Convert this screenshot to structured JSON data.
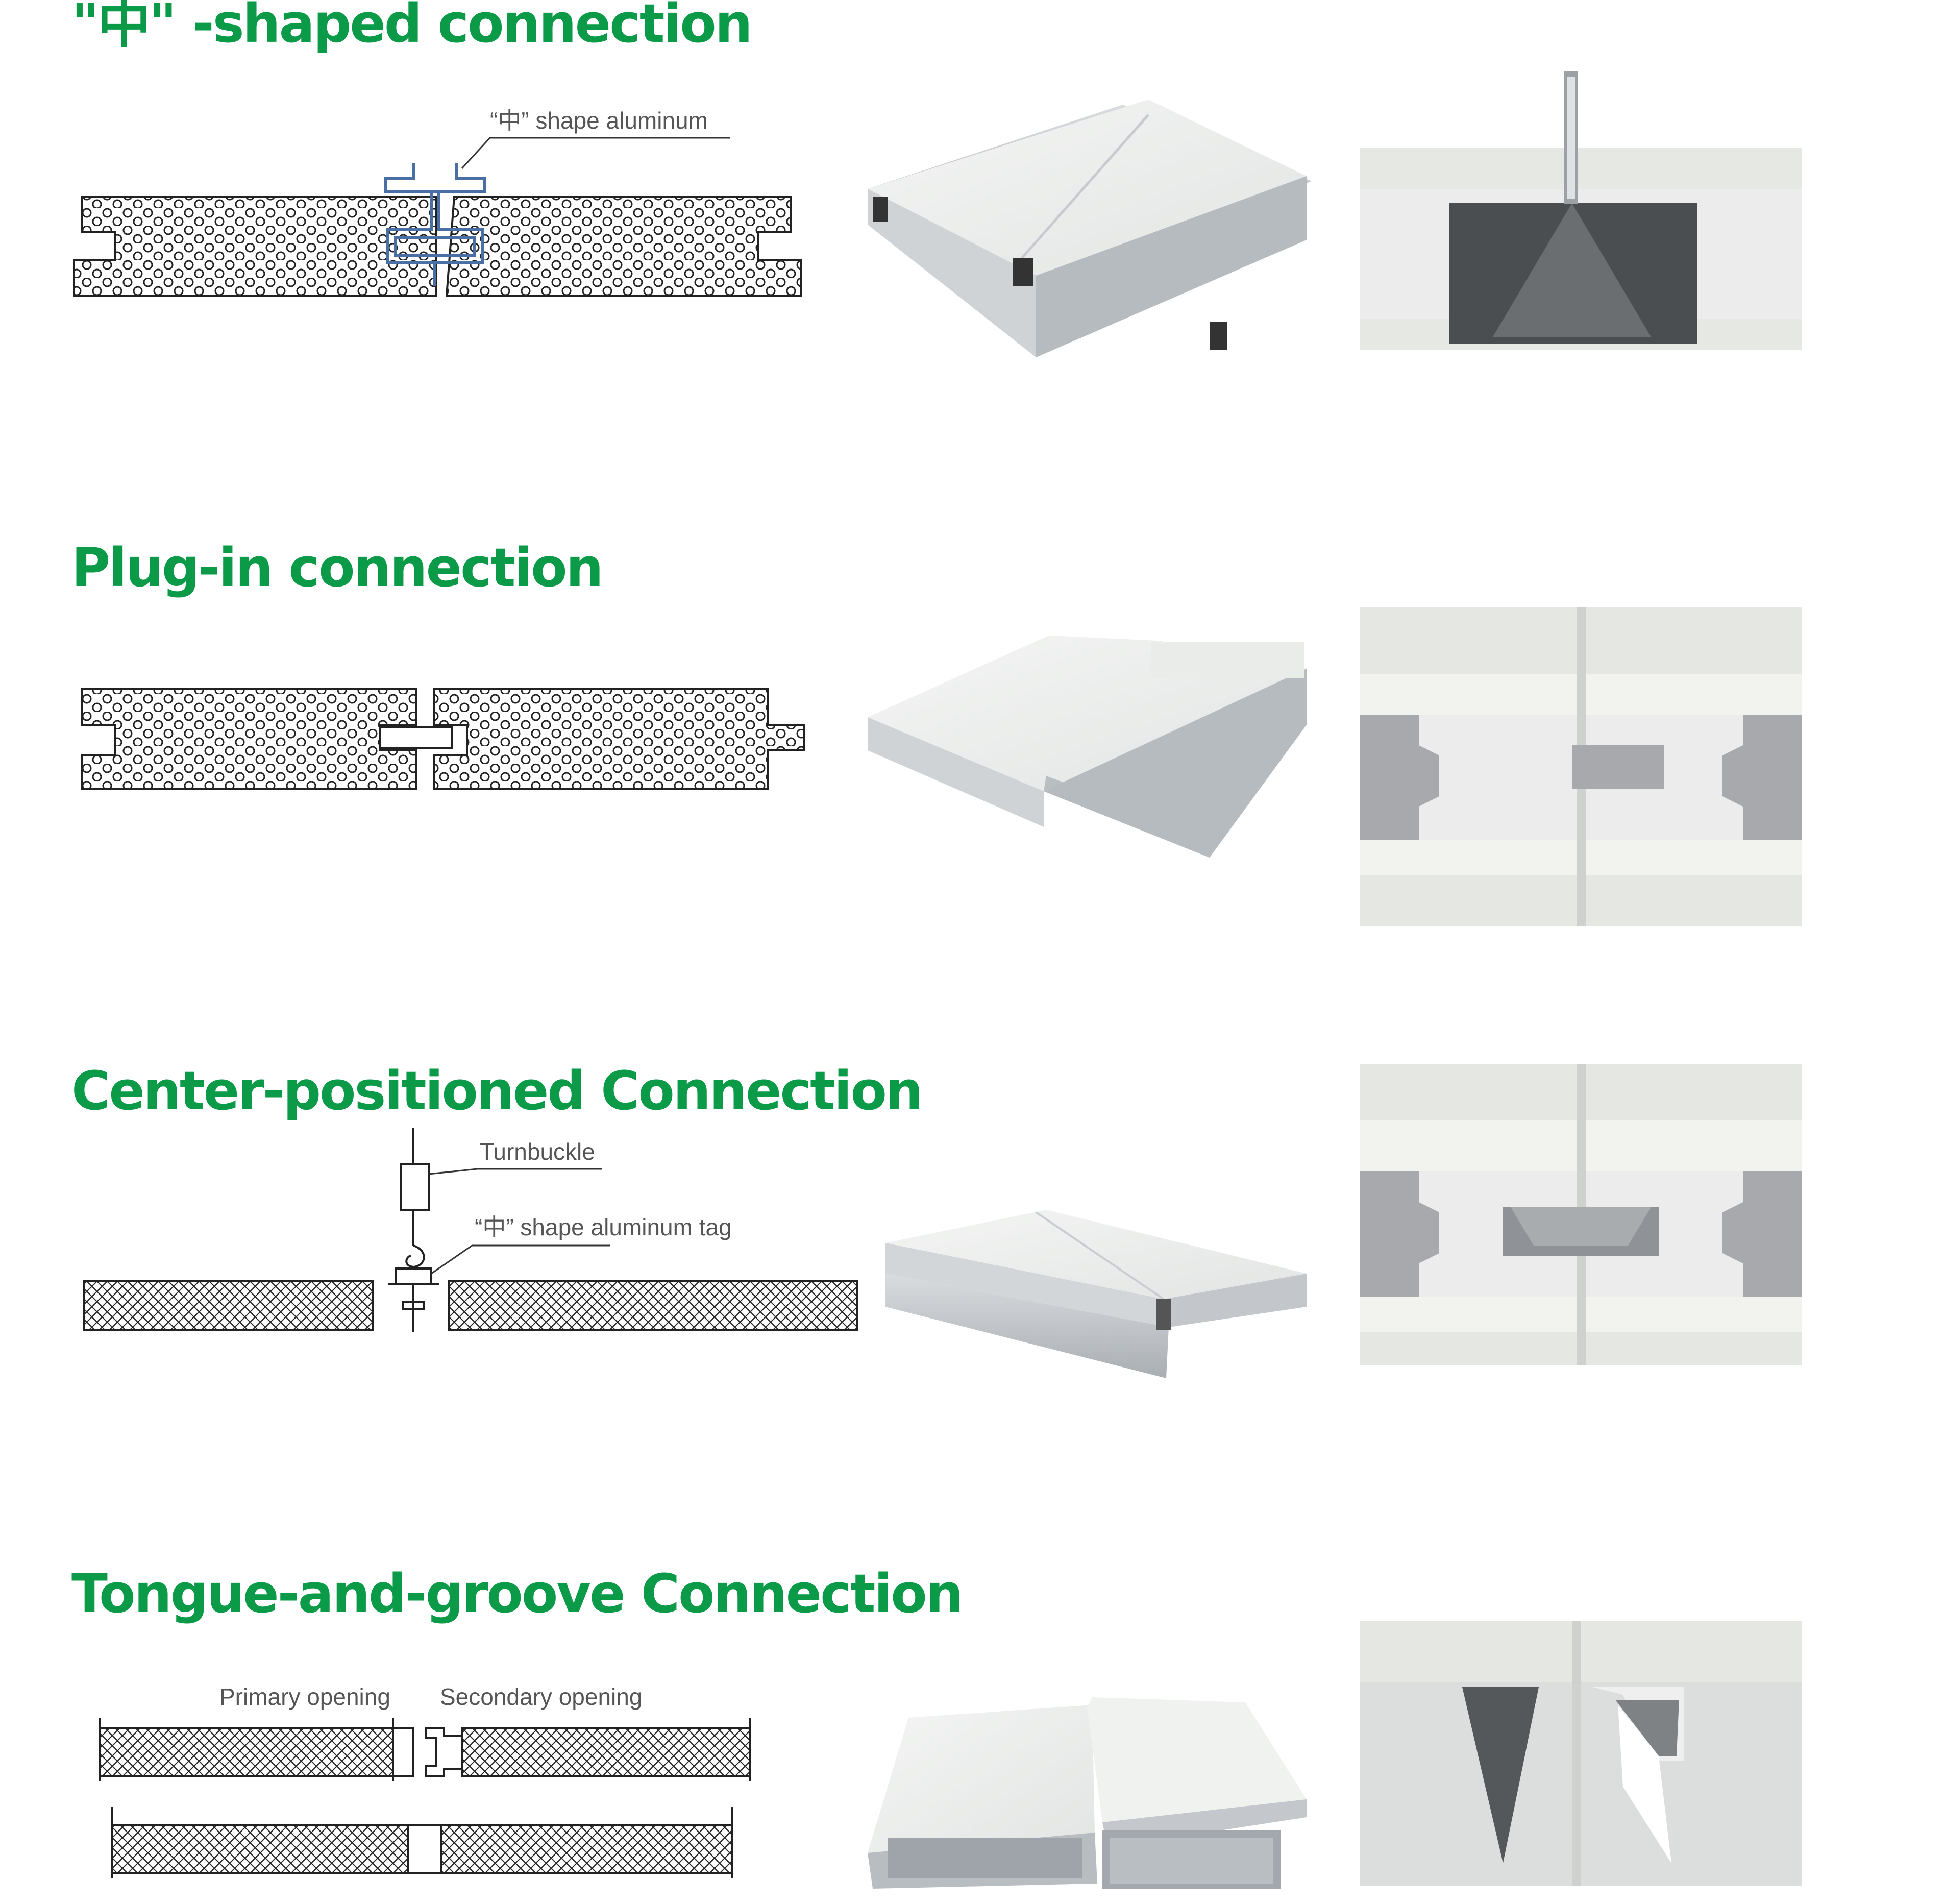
{
  "sections": [
    {
      "title": "\"中\" -shaped connection",
      "labels": [
        "“中” shape aluminum"
      ]
    },
    {
      "title": "Plug-in connection",
      "labels": []
    },
    {
      "title": "Center-positioned Connection",
      "labels": [
        "Turnbuckle",
        "“中” shape aluminum tag"
      ]
    },
    {
      "title": "Tongue-and-groove Connection",
      "labels": [
        "Primary opening",
        "Secondary opening"
      ]
    }
  ],
  "colors": {
    "heading": "#0a9a48",
    "line": "#222222",
    "aluminum_profile": "#4a6fa5",
    "panel_face": "#eef0ee",
    "panel_edge": "#c9cdd1",
    "cross_section_light": "#e6e8e3",
    "cross_section_gray": "#a7a9ad",
    "cavity_dark": "#4a4d4f"
  }
}
